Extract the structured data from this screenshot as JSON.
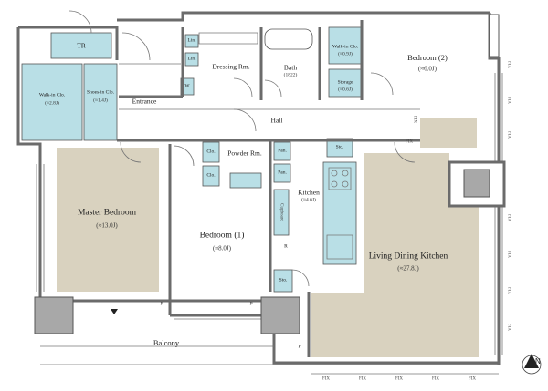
{
  "rooms": {
    "master_bedroom": {
      "name": "Master Bedroom",
      "size": "(≈13.0J)"
    },
    "bedroom1": {
      "name": "Bedroom (1)",
      "size": "(≈8.0J)"
    },
    "bedroom2": {
      "name": "Bedroom (2)",
      "size": "(≈6.0J)"
    },
    "ldk": {
      "name": "Living Dining Kitchen",
      "size": "(≈27.8J)"
    },
    "kitchen": {
      "name": "Kitchen",
      "size": "(≈4.6J)"
    },
    "walkin_master": {
      "name": "Walk-in Clo.",
      "size": "(≈2.8J)"
    },
    "shoesin": {
      "name": "Shoes-in Clo.",
      "size": "(≈1.4J)"
    },
    "walkin_b2": {
      "name": "Walk-in Clo.",
      "size": "(≈0.9J)"
    },
    "storage": {
      "name": "Storage",
      "size": "(≈0.6J)"
    },
    "bath": {
      "name": "Bath",
      "size": "(1822)"
    },
    "dressing": {
      "name": "Dressing Rm."
    },
    "powder": {
      "name": "Powder Rm."
    },
    "entrance": {
      "name": "Entrance"
    },
    "hall": {
      "name": "Hall"
    },
    "balcony": {
      "name": "Balcony"
    }
  },
  "tags": {
    "tr": "TR",
    "lin": "Lin.",
    "w": "W",
    "clo": "Clo.",
    "pan": "Pan.",
    "cupboard": "Cupboard",
    "r": "R",
    "sto": "Sto.",
    "p": "P",
    "fix": "FIX",
    "north": "N"
  },
  "colors": {
    "wall": "#6b6b6b",
    "closet_fill": "#b9dfe6",
    "closet_stroke": "#555555",
    "carpet": "#d9d2bf",
    "column": "#a8a8a8"
  }
}
